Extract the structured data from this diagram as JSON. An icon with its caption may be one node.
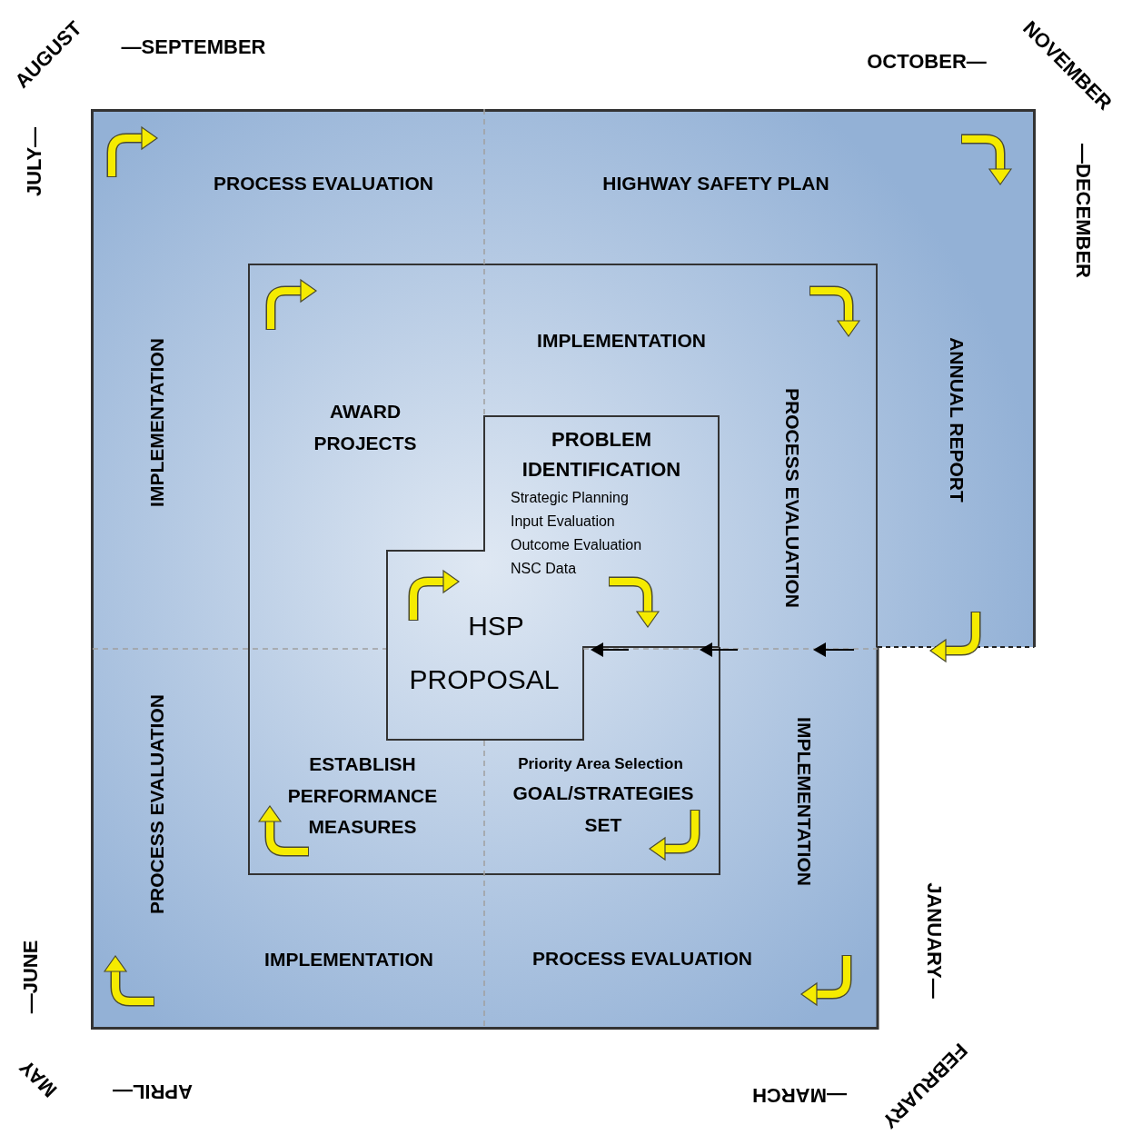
{
  "diagram": {
    "nodes": [
      {
        "text": [
          "PROCESS EVALUATION",
          "HIGHWAY SAFETY PLAN",
          "IMPLEMENTATION",
          "ANNUAL REPORT",
          "PROCESS EVALUATION",
          "IMPLEMENTATION",
          "PROCESS EVALUATION"
        ]
      },
      {
        "text": [
          "IMPLEMENTATION",
          "AWARD PROJECTS",
          "PROCESS EVALUATION",
          "ESTABLISH PERFORMANCE MEASURES",
          "Priority Area Selection",
          "GOAL/STRATEGIES SET",
          "IMPLEMENTATION"
        ],
        "in": 0
      },
      {
        "text": [
          "PROBLEM IDENTIFICATION",
          "Strategic Planning",
          "Input Evaluation",
          "Outcome Evaluation",
          "NSC Data",
          "HSP",
          "PROPOSAL"
        ],
        "in": 1
      }
    ],
    "labels": [
      "AUGUST",
      "—SEPTEMBER",
      "OCTOBER—",
      "NOVEMBER",
      "JULY—",
      "—DECEMBER",
      "JANUARY—",
      "—JUNE",
      "MAY",
      "APRIL—",
      "—MARCH",
      "FEBRUARY"
    ]
  }
}
